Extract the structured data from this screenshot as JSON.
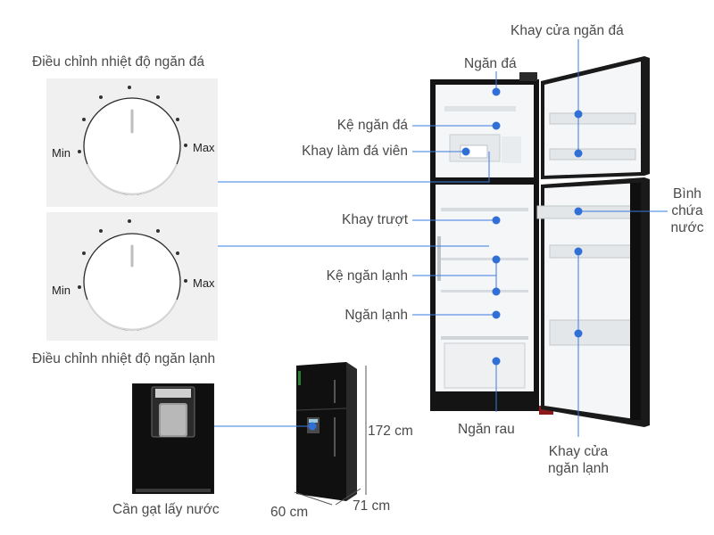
{
  "dials": {
    "freezer": {
      "title": "Điều chỉnh nhiệt độ ngăn đá",
      "min": "Min",
      "max": "Max"
    },
    "fridge": {
      "title": "Điều chỉnh nhiệt độ ngăn lạnh",
      "min": "Min",
      "max": "Max"
    }
  },
  "parts": {
    "freezer_door_tray": "Khay cửa ngăn đá",
    "freezer": "Ngăn đá",
    "freezer_shelf": "Kệ ngăn đá",
    "ice_tray": "Khay làm đá viên",
    "sliding_tray": "Khay trượt",
    "fridge_shelf": "Kệ ngăn lạnh",
    "fridge": "Ngăn lạnh",
    "crisper": "Ngăn rau",
    "water_tank_line1": "Bình",
    "water_tank_line2": "chứa",
    "water_tank_line3": "nước",
    "fridge_door_tray_line1": "Khay cửa",
    "fridge_door_tray_line2": "ngăn lạnh",
    "dispenser_lever": "Cần gạt lấy nước"
  },
  "dimensions": {
    "height": "172 cm",
    "width": "60 cm",
    "depth": "71 cm"
  },
  "colors": {
    "marker": "#2f6fd6",
    "line": "#3a7be0",
    "label_text": "#4a4a4a",
    "fridge_body": "#151515",
    "interior": "#f4f6f8"
  }
}
